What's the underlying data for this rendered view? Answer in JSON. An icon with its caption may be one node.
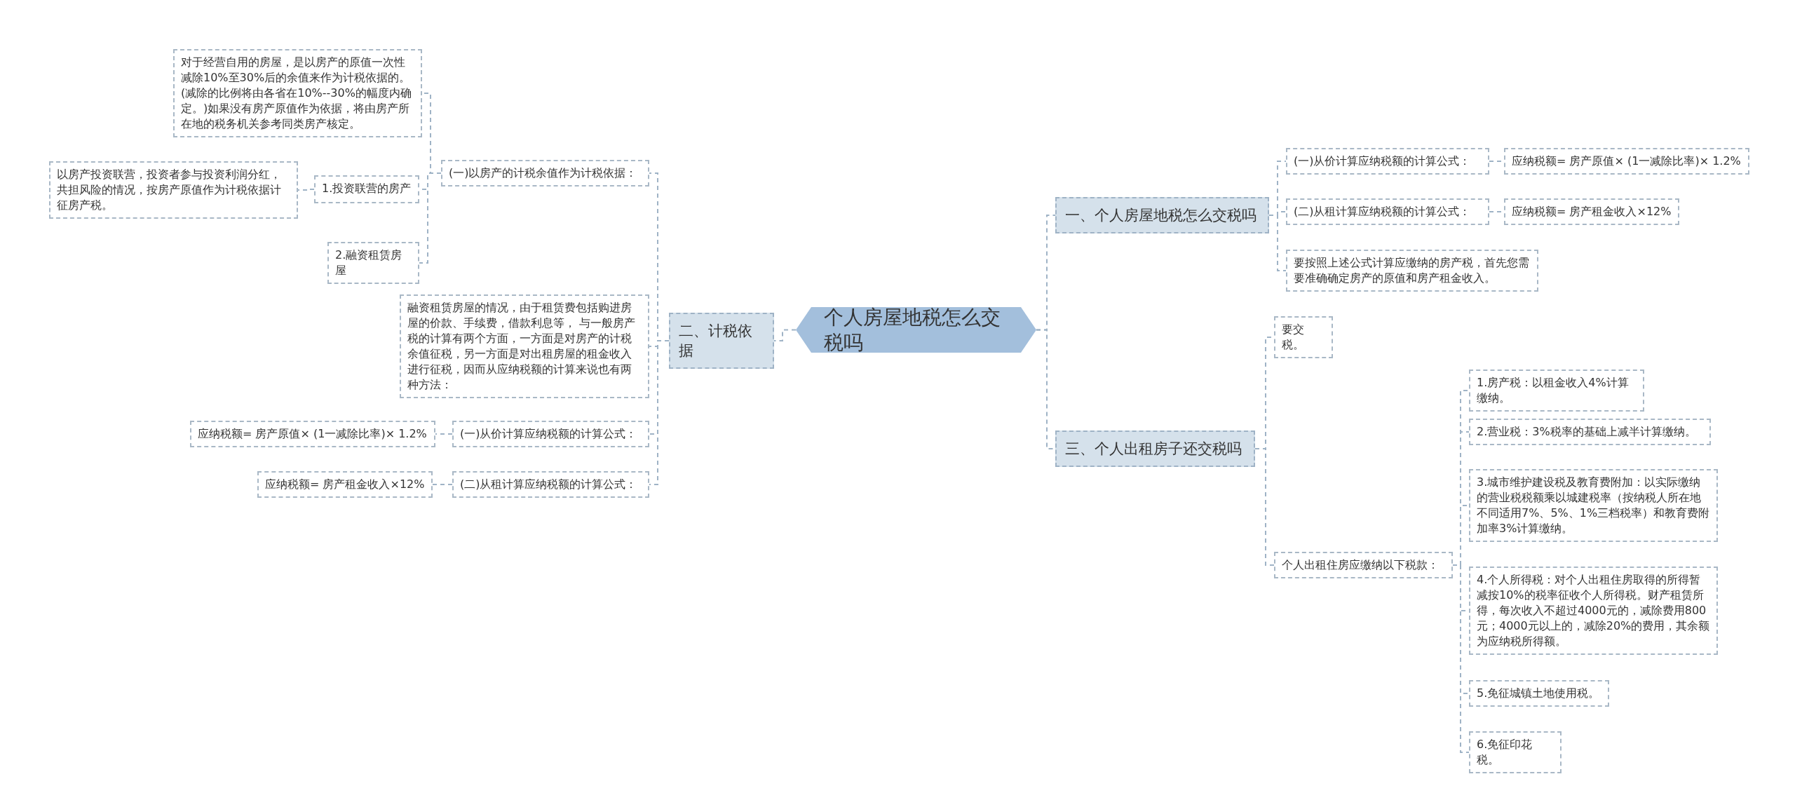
{
  "diagram": {
    "nodes": [
      {
        "text": [
          "个人房屋地税怎么交税吗"
        ]
      },
      {
        "text": [
          "一、个人房屋地税怎么交税吗"
        ]
      },
      {
        "text": [
          "(一)从价计算应纳税额的计算公式："
        ]
      },
      {
        "text": [
          "应纳税额= 房产原值× (1一减除比率)× 1.2%"
        ]
      },
      {
        "text": [
          "(二)从租计算应纳税额的计算公式："
        ]
      },
      {
        "text": [
          "应纳税额= 房产租金收入×12%"
        ]
      },
      {
        "text": [
          "要按照上述公式计算应缴纳的房产税，首先您需要准确确定房产的原值和房产租金收入。"
        ]
      },
      {
        "text": [
          "三、个人出租房子还交税吗"
        ]
      },
      {
        "text": [
          "要交税。"
        ]
      },
      {
        "text": [
          "个人出租住房应缴纳以下税款："
        ]
      },
      {
        "text": [
          "1.房产税：以租金收入4%计算缴纳。"
        ]
      },
      {
        "text": [
          "2.营业税：3%税率的基础上减半计算缴纳。"
        ]
      },
      {
        "text": [
          "3.城市维护建设税及教育费附加：以实际缴纳的营业税税额乘以城建税率（按纳税人所在地不同适用7%、5%、1%三档税率）和教育费附加率3%计算缴纳。"
        ]
      },
      {
        "text": [
          "4.个人所得税：对个人出租住房取得的所得暂减按10%的税率征收个人所得税。财产租赁所得，每次收入不超过4000元的，减除费用800元；4000元以上的，减除20%的费用，其余额为应纳税所得额。"
        ]
      },
      {
        "text": [
          "5.免征城镇土地使用税。"
        ]
      },
      {
        "text": [
          "6.免征印花税。"
        ]
      },
      {
        "text": [
          "二、计税依据"
        ]
      },
      {
        "text": [
          "(一)以房产的计税余值作为计税依据："
        ]
      },
      {
        "text": [
          "对于经营自用的房屋，是以房产的原值一次性减除10%至30%后的余值来作为计税依据的。(减除的比例将由各省在10%--30%的幅度内确定。)如果没有房产原值作为依据，将由房产所在地的税务机关参考同类房产核定。"
        ]
      },
      {
        "text": [
          "1.投资联营的房产"
        ]
      },
      {
        "text": [
          "以房产投资联营，投资者参与投资利润分红，共担风险的情况，按房产原值作为计税依据计征房产税。"
        ]
      },
      {
        "text": [
          "2.融资租赁房屋"
        ]
      },
      {
        "text": [
          "融资租赁房屋的情况，由于租赁费包括购进房屋的价款、手续费，借款利息等， 与一般房产税的计算有两个方面，一方面是对房产的计税余值征税，另一方面是对出租房屋的租金收入进行征税，因而从应纳税额的计算来说也有两种方法："
        ]
      },
      {
        "text": [
          "(一)从价计算应纳税额的计算公式："
        ]
      },
      {
        "text": [
          "应纳税额= 房产原值× (1一减除比率)× 1.2%"
        ]
      },
      {
        "text": [
          "(二)从租计算应纳税额的计算公式："
        ]
      },
      {
        "text": [
          "应纳税额= 房产租金收入×12%"
        ]
      }
    ],
    "edges": [
      {
        "from": 0,
        "to": 1,
        "arrow": "none"
      },
      {
        "from": 1,
        "to": 2,
        "arrow": "none"
      },
      {
        "from": 2,
        "to": 3,
        "arrow": "none"
      },
      {
        "from": 1,
        "to": 4,
        "arrow": "none"
      },
      {
        "from": 4,
        "to": 5,
        "arrow": "none"
      },
      {
        "from": 1,
        "to": 6,
        "arrow": "none"
      },
      {
        "from": 0,
        "to": 7,
        "arrow": "none"
      },
      {
        "from": 7,
        "to": 8,
        "arrow": "none"
      },
      {
        "from": 7,
        "to": 9,
        "arrow": "none"
      },
      {
        "from": 9,
        "to": 10,
        "arrow": "none"
      },
      {
        "from": 9,
        "to": 11,
        "arrow": "none"
      },
      {
        "from": 9,
        "to": 12,
        "arrow": "none"
      },
      {
        "from": 9,
        "to": 13,
        "arrow": "none"
      },
      {
        "from": 9,
        "to": 14,
        "arrow": "none"
      },
      {
        "from": 9,
        "to": 15,
        "arrow": "none"
      },
      {
        "from": 0,
        "to": 16,
        "arrow": "none"
      },
      {
        "from": 16,
        "to": 17,
        "arrow": "none"
      },
      {
        "from": 17,
        "to": 18,
        "arrow": "none"
      },
      {
        "from": 17,
        "to": 19,
        "arrow": "none"
      },
      {
        "from": 19,
        "to": 20,
        "arrow": "none"
      },
      {
        "from": 17,
        "to": 21,
        "arrow": "none"
      },
      {
        "from": 16,
        "to": 22,
        "arrow": "none"
      },
      {
        "from": 16,
        "to": 23,
        "arrow": "none"
      },
      {
        "from": 23,
        "to": 24,
        "arrow": "none"
      },
      {
        "from": 16,
        "to": 25,
        "arrow": "none"
      },
      {
        "from": 25,
        "to": 26,
        "arrow": "none"
      }
    ]
  }
}
